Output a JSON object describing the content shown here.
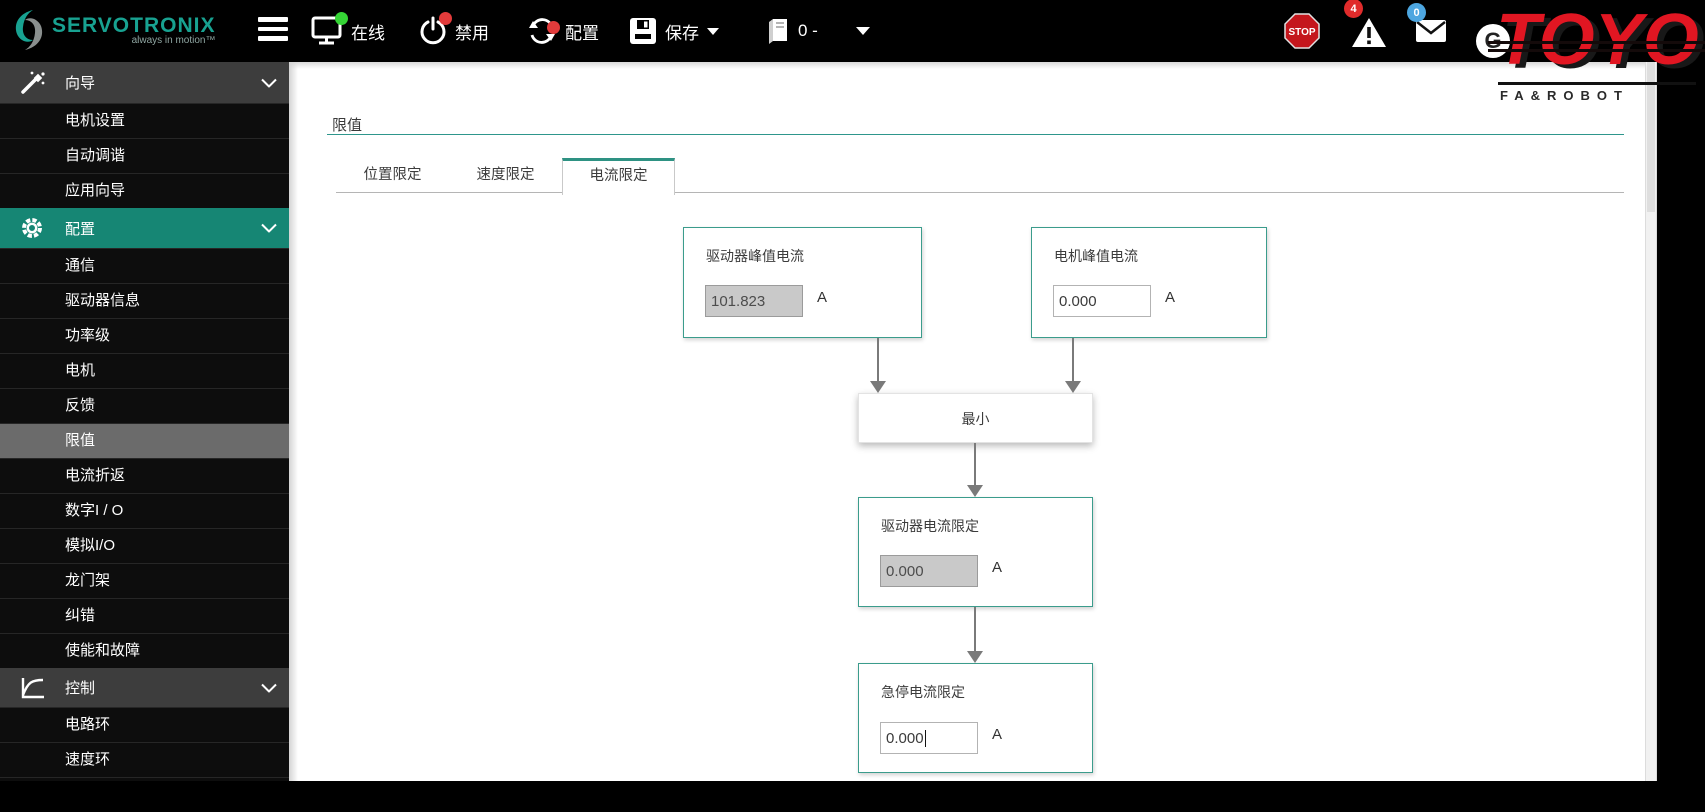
{
  "top_bar": {
    "brand": {
      "name": "SERVOTRONIX",
      "tagline": "always in motion™"
    },
    "online": {
      "label": "在线"
    },
    "enable": {
      "label": "禁用"
    },
    "config": {
      "label": "配置"
    },
    "save": {
      "label": "保存"
    },
    "drive_selector": {
      "value": "0 -"
    },
    "stop_label": "STOP",
    "warning_count": "4",
    "mail_count": "0",
    "vendor_logo": {
      "title": "TOYO",
      "subtitle": "FA&ROBOT",
      "mark": "G"
    }
  },
  "sidebar": {
    "sections": [
      {
        "label": "向导",
        "icon": "wand-icon",
        "items": [
          {
            "label": "电机设置"
          },
          {
            "label": "自动调谐"
          },
          {
            "label": "应用向导"
          }
        ]
      },
      {
        "label": "配置",
        "icon": "gear-icon",
        "items": [
          {
            "label": "通信"
          },
          {
            "label": "驱动器信息"
          },
          {
            "label": "功率级"
          },
          {
            "label": "电机"
          },
          {
            "label": "反馈"
          },
          {
            "label": "限值",
            "selected": true
          },
          {
            "label": "电流折返"
          },
          {
            "label": "数字I / O"
          },
          {
            "label": "模拟I/O"
          },
          {
            "label": "龙门架"
          },
          {
            "label": "纠错"
          },
          {
            "label": "使能和故障"
          }
        ]
      },
      {
        "label": "控制",
        "icon": "curve-icon",
        "items": [
          {
            "label": "电路环"
          },
          {
            "label": "速度环"
          }
        ]
      }
    ]
  },
  "main": {
    "title": "限值",
    "tabs": [
      {
        "label": "位置限定",
        "active": false
      },
      {
        "label": "速度限定",
        "active": false
      },
      {
        "label": "电流限定",
        "active": true
      }
    ],
    "diagram": {
      "drive_peak": {
        "label": "驱动器峰值电流",
        "value": "101.823",
        "unit": "A",
        "disabled": true
      },
      "motor_peak": {
        "label": "电机峰值电流",
        "value": "0.000",
        "unit": "A",
        "disabled": false
      },
      "min_node": {
        "label": "最小"
      },
      "drive_limit": {
        "label": "驱动器电流限定",
        "value": "0.000",
        "unit": "A",
        "disabled": true
      },
      "estop_limit": {
        "label": "急停电流限定",
        "value": "0.000",
        "unit": "A",
        "disabled": false
      }
    }
  },
  "colors": {
    "accent_teal": "#2e968c",
    "box_border_teal": "#3b9c8c",
    "sidebar_section_teal": "#168674",
    "selected_item_gray": "#6b6b6b",
    "stop_red": "#c4161c",
    "badge_red": "#e02b2b",
    "badge_blue": "#4da6e0",
    "status_green": "#35d435",
    "status_red": "#e23b3b",
    "vendor_red": "#e11622"
  }
}
